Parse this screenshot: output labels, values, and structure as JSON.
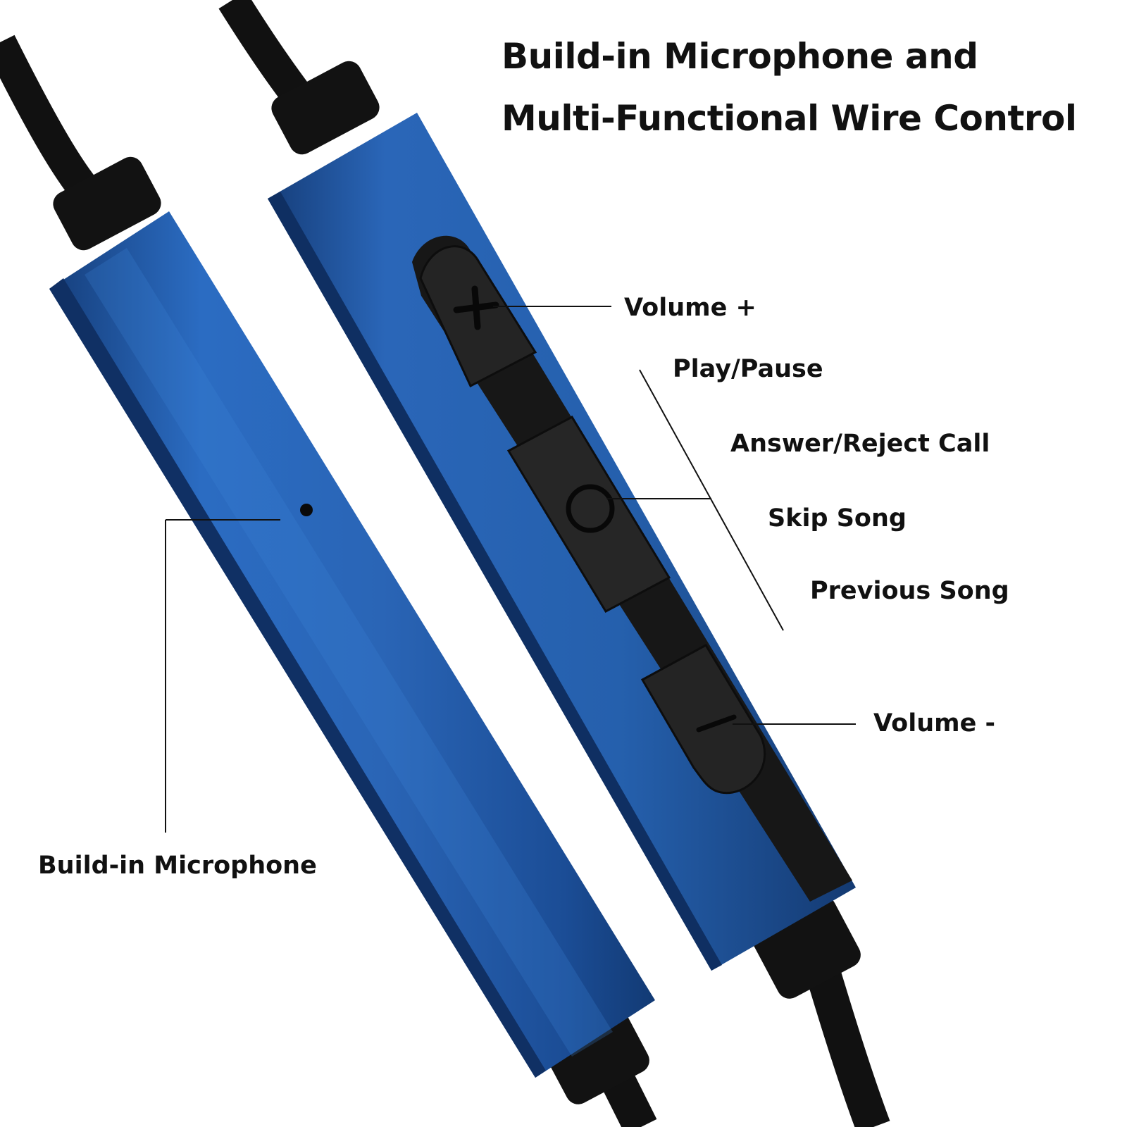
{
  "title": {
    "line1": "Build-in Microphone and",
    "line2": "Multi-Functional Wire Control"
  },
  "labels": {
    "volume_up": "Volume +",
    "play_pause": "Play/Pause",
    "answer_reject": "Answer/Reject Call",
    "skip_song": "Skip Song",
    "previous_song": "Previous Song",
    "volume_down": "Volume -",
    "microphone": "Build-in Microphone"
  },
  "colors": {
    "housing_blue": "#1f5fae",
    "housing_dark": "#12346a",
    "cable": "#141414",
    "button_panel": "#1b1b1b",
    "leader_line": "#111111"
  },
  "icons": [
    "plus-icon",
    "circle-button-icon",
    "minus-icon",
    "microphone-hole-icon"
  ]
}
